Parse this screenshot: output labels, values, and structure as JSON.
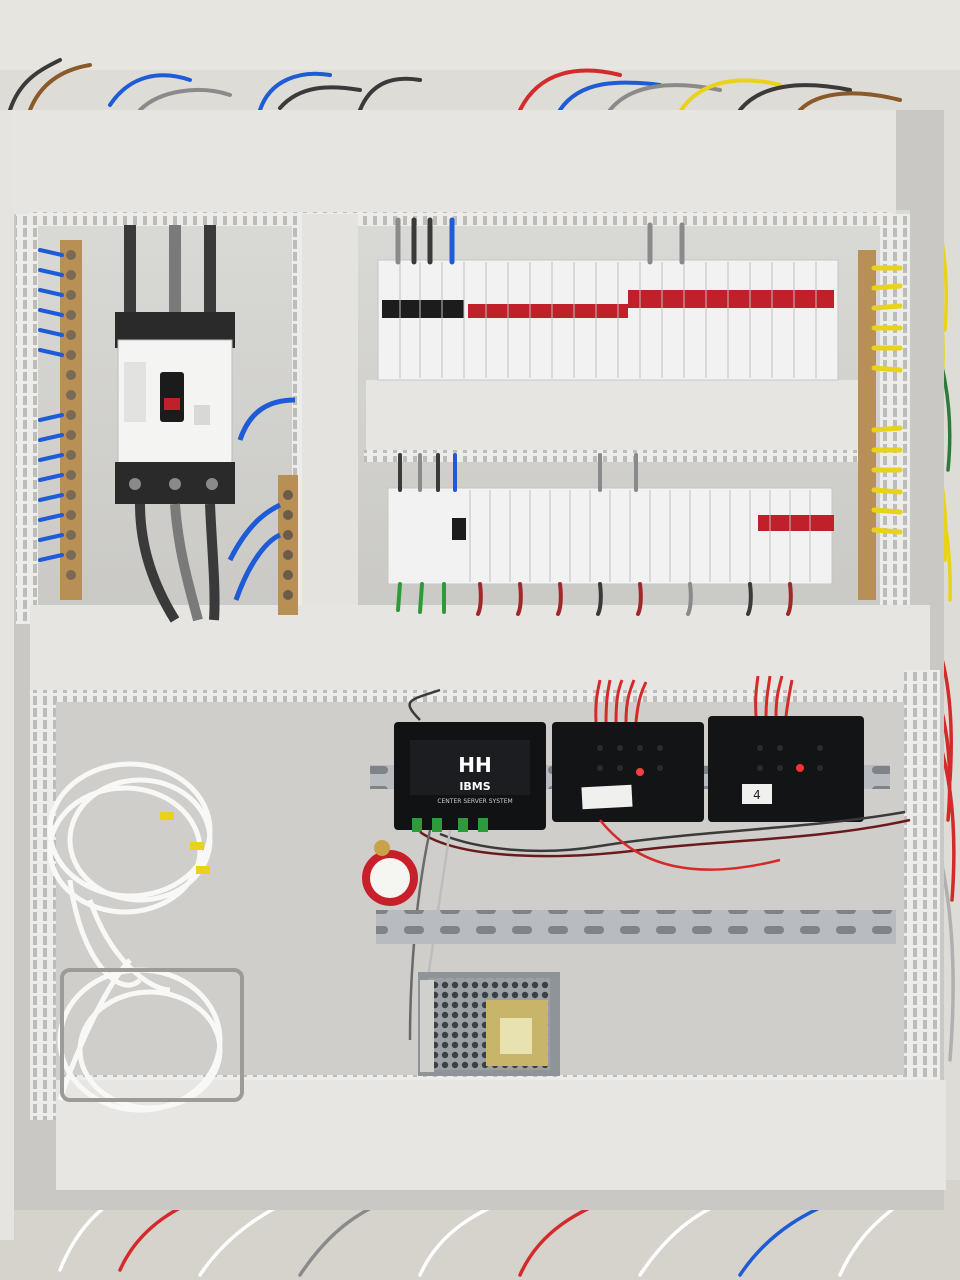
{
  "controller": {
    "brand": "IBMS",
    "subtitle": "CENTER SERVER SYSTEM",
    "logo_text": "HH"
  },
  "modules": [
    {
      "led_color": "#ff4040"
    },
    {
      "led_color": "#ff3030"
    }
  ],
  "labels": {
    "module_tag": "4"
  },
  "breaker_colors": {
    "black": "#1c1c1c",
    "red": "#c0202a",
    "body": "#f2f2f2"
  },
  "wire_colors": [
    "#1e5bd6",
    "#e8d21a",
    "#d42a2a",
    "#3a3a3a",
    "#8a8a8a",
    "#ffffff"
  ]
}
